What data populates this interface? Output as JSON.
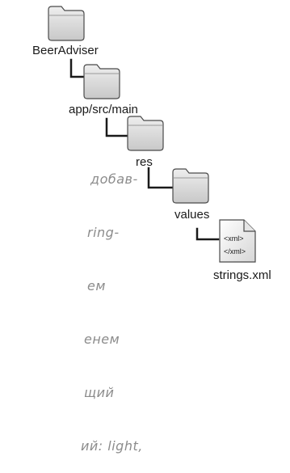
{
  "tree": {
    "nodes": [
      {
        "label": "BeerAdviser",
        "icon": "folder-icon"
      },
      {
        "label": "app/src/main",
        "icon": "folder-icon"
      },
      {
        "label": "res",
        "icon": "folder-icon"
      },
      {
        "label": "values",
        "icon": "folder-icon"
      },
      {
        "label": "strings.xml",
        "icon": "xml-file-icon",
        "file_text": [
          "<xml>",
          "</xml>"
        ]
      }
    ]
  },
  "note": {
    "lines": [
      "добав-",
      "ring-",
      "ем",
      "енем",
      "щий",
      "ий: light,"
    ]
  },
  "colors": {
    "folder_fill": "#d9d9d9",
    "folder_stroke": "#4a4a4a",
    "connector": "#1a1a1a",
    "note_text": "#8c8c8c"
  }
}
